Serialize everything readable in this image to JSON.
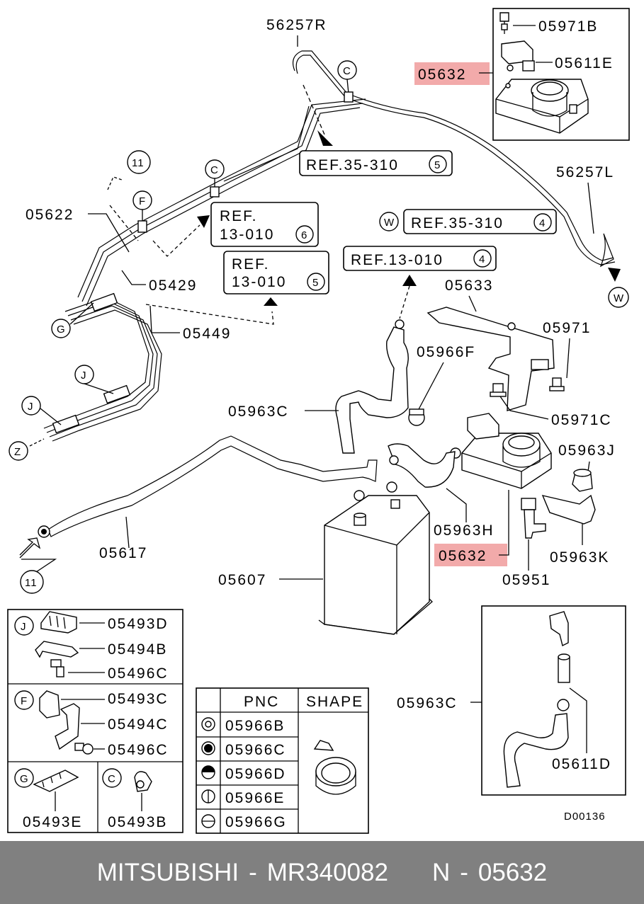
{
  "labels": {
    "p56257R": "56257R",
    "p05971B": "05971B",
    "p05611E": "05611E",
    "p05632_top": "05632",
    "p56257L": "56257L",
    "p05622": "05622",
    "p05429": "05429",
    "p05449": "05449",
    "p05633": "05633",
    "p05971": "05971",
    "p05966F": "05966F",
    "p05963C": "05963C",
    "p05971C": "05971C",
    "p05963J": "05963J",
    "p05963H": "05963H",
    "p05632_mid": "05632",
    "p05963K": "05963K",
    "p05951": "05951",
    "p05617": "05617",
    "p05607": "05607",
    "p05963C_b": "05963C",
    "p05611D": "05611D",
    "ref_35_310_5": "REF.35-310",
    "ref_35_310_5_num": "5",
    "ref_13_010_6_a": "REF.",
    "ref_13_010_6_b": "13-010",
    "ref_13_010_6_num": "6",
    "ref_13_010_5_a": "REF.",
    "ref_13_010_5_b": "13-010",
    "ref_13_010_5_num": "5",
    "ref_35_310_4": "REF.35-310",
    "ref_35_310_4_num": "4",
    "ref_13_010_4": "REF.13-010",
    "ref_13_010_4_num": "4",
    "circ_11_top": "11",
    "circ_11_bot": "11",
    "circ_C1": "C",
    "circ_C2": "C",
    "circ_F": "F",
    "circ_G": "G",
    "circ_J": "J",
    "circ_J2": "J",
    "circ_Z": "Z",
    "circ_W1": "W",
    "circ_W2": "W",
    "code": "D00136"
  },
  "legend_jfgc": {
    "J": {
      "letter": "J",
      "parts": [
        "05493D",
        "05494B",
        "05496C"
      ]
    },
    "F": {
      "letter": "F",
      "parts": [
        "05493C",
        "05494C",
        "05496C"
      ]
    },
    "G": {
      "letter": "G",
      "part": "05493E"
    },
    "C": {
      "letter": "C",
      "part": "05493B"
    }
  },
  "pnc_table": {
    "header_pnc": "PNC",
    "header_shape": "SHAPE",
    "rows": [
      {
        "symbol": "double-circle",
        "pnc": "05966B"
      },
      {
        "symbol": "filled-circle",
        "pnc": "05966C"
      },
      {
        "symbol": "half-filled-circle",
        "pnc": "05966D"
      },
      {
        "symbol": "vertical-bar-circle",
        "pnc": "05966E"
      },
      {
        "symbol": "horizontal-bar-circle",
        "pnc": "05966G"
      }
    ]
  },
  "footer": {
    "brand": "MITSUBISHI",
    "sep1": "-",
    "part_number": "MR340082",
    "n": "N",
    "sep2": "-",
    "pnc": "05632"
  },
  "colors": {
    "highlight": "#f2aaaa",
    "footer_bg": "#808080"
  }
}
